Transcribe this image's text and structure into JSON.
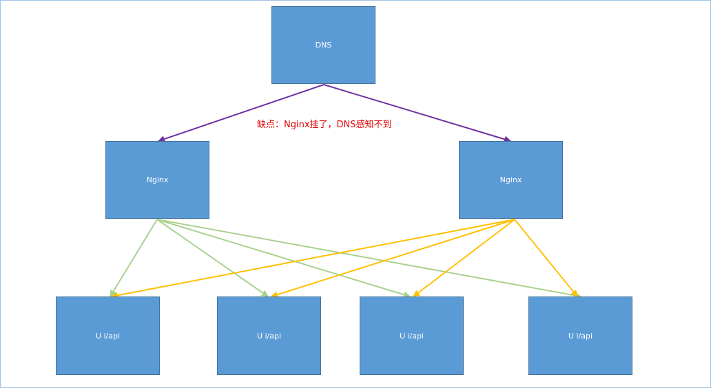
{
  "nodes": {
    "dns": "DNS",
    "nginx_left": "Nginx",
    "nginx_right": "Nginx",
    "backends": [
      "U i/api",
      "U i/api",
      "U i/api",
      "U i/api"
    ]
  },
  "caption": "缺点：Nginx挂了，DNS感知不到",
  "colors": {
    "node_fill": "#5b9bd5",
    "node_border": "#41719c",
    "dns_edge": "#7030a0",
    "left_nginx_edge": "#a9d18e",
    "right_nginx_edge": "#ffc000",
    "caption": "#e00000"
  }
}
